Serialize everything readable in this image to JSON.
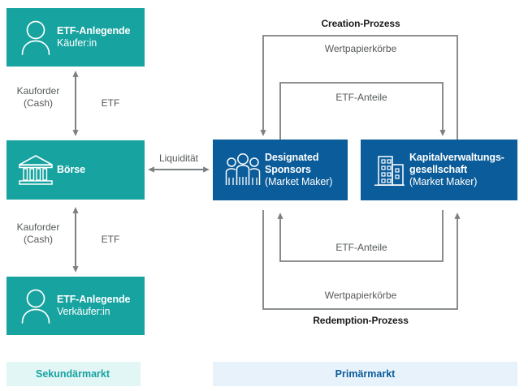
{
  "diagram": {
    "title_creation": "Creation-Prozess",
    "title_redemption": "Redemption-Prozess"
  },
  "colors": {
    "teal": "#17a3a0",
    "blue": "#0b5c9a",
    "arrow_gray": "#7c8083",
    "label_gray": "#54585a",
    "chip_secondary_bg": "#e2f6f5",
    "chip_primary_bg": "#e8f2fa"
  },
  "nodes": {
    "investor_buyer": {
      "title": "ETF-Anlegende",
      "subtitle": "Käufer:in",
      "icon": "person-icon"
    },
    "exchange": {
      "title": "Börse",
      "subtitle": "",
      "icon": "bank-icon"
    },
    "investor_seller": {
      "title": "ETF-Anlegende",
      "subtitle": "Verkäufer:in",
      "icon": "person-icon"
    },
    "designated_sponsors": {
      "title_line1": "Designated",
      "title_line2": "Sponsors",
      "subtitle": "(Market Maker)",
      "icon": "people-group-icon"
    },
    "kvg": {
      "title_line1": "Kapitalverwaltungs-",
      "title_line2": "gesellschaft",
      "subtitle": "(Market Maker)",
      "icon": "office-building-icon"
    }
  },
  "edges": {
    "buyer_cash": "Kauforder\n(Cash)",
    "buyer_etf": "ETF",
    "seller_cash": "Kauforder\n(Cash)",
    "seller_etf": "ETF",
    "liquidity": "Liquidität",
    "creation_baskets": "Wertpapierkörbe",
    "creation_shares": "ETF-Anteile",
    "redemption_shares": "ETF-Anteile",
    "redemption_baskets": "Wertpapierkörbe"
  },
  "footer": {
    "secondary_market": "Sekundärmarkt",
    "primary_market": "Primärmarkt"
  }
}
